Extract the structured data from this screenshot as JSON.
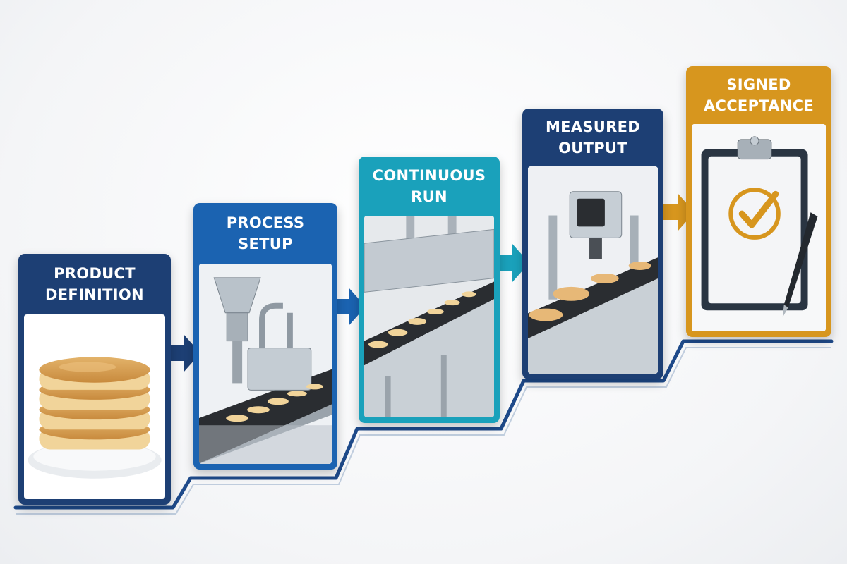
{
  "colors": {
    "navy": "#1d3f74",
    "blue": "#1b63b1",
    "teal": "#1aa1bb",
    "gold": "#d7961e",
    "stair_line": "#1e4a8a"
  },
  "steps": [
    {
      "title": "Product\nDefinition",
      "color": "#1d3f74",
      "illustration": "pancake-stack"
    },
    {
      "title": "Process\nSetup",
      "color": "#1b63b1",
      "illustration": "batter-depositor"
    },
    {
      "title": "Continuous\nRun",
      "color": "#1aa1bb",
      "illustration": "production-line"
    },
    {
      "title": "Measured\nOutput",
      "color": "#1d3f74",
      "illustration": "inspection-camera"
    },
    {
      "title": "Signed\nAcceptance",
      "color": "#d7961e",
      "illustration": "clipboard-checkmark"
    }
  ],
  "connectors": [
    {
      "color": "#1d3f74",
      "icon": "arrow-right-icon"
    },
    {
      "color": "#1b63b1",
      "icon": "arrow-right-icon"
    },
    {
      "color": "#1aa1bb",
      "icon": "arrow-right-icon"
    },
    {
      "color": "#d7961e",
      "icon": "arrow-right-icon"
    }
  ]
}
